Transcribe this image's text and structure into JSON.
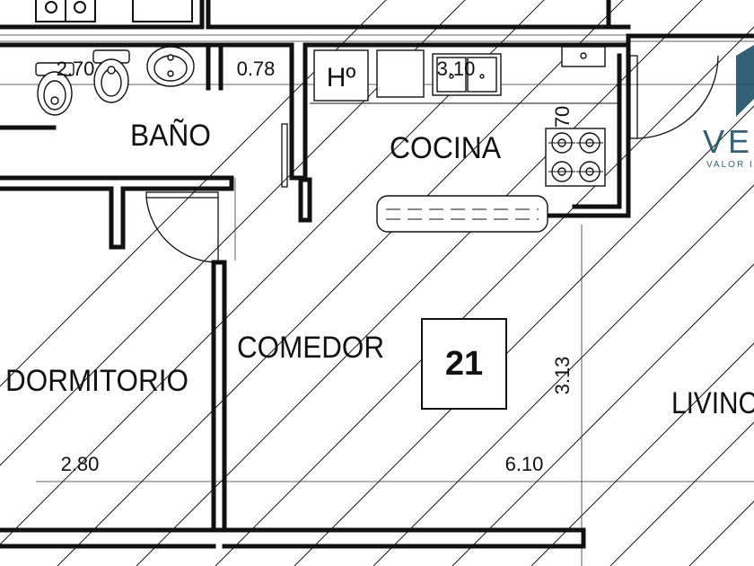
{
  "rooms": {
    "bano": "BAÑO",
    "cocina": "COCINA",
    "comedor": "COMEDOR",
    "dormitorio": "DORMITORIO",
    "living": "LIVINC"
  },
  "fixtures": {
    "water_heater": "Hº"
  },
  "unit_number": "21",
  "dimensions": {
    "bath_width": "2.70",
    "hall_width": "0.78",
    "kitchen_width": "3.10",
    "counter_depth": "70",
    "bedroom_width": "2.80",
    "dining_width": "6.10",
    "dining_depth": "3.13"
  },
  "logo": {
    "text": "VE",
    "tagline": "VALOR I",
    "color": "#1d4f66"
  },
  "colors": {
    "wall": "#111111",
    "hatch": "#1a1a1a",
    "background": "#ffffff"
  }
}
